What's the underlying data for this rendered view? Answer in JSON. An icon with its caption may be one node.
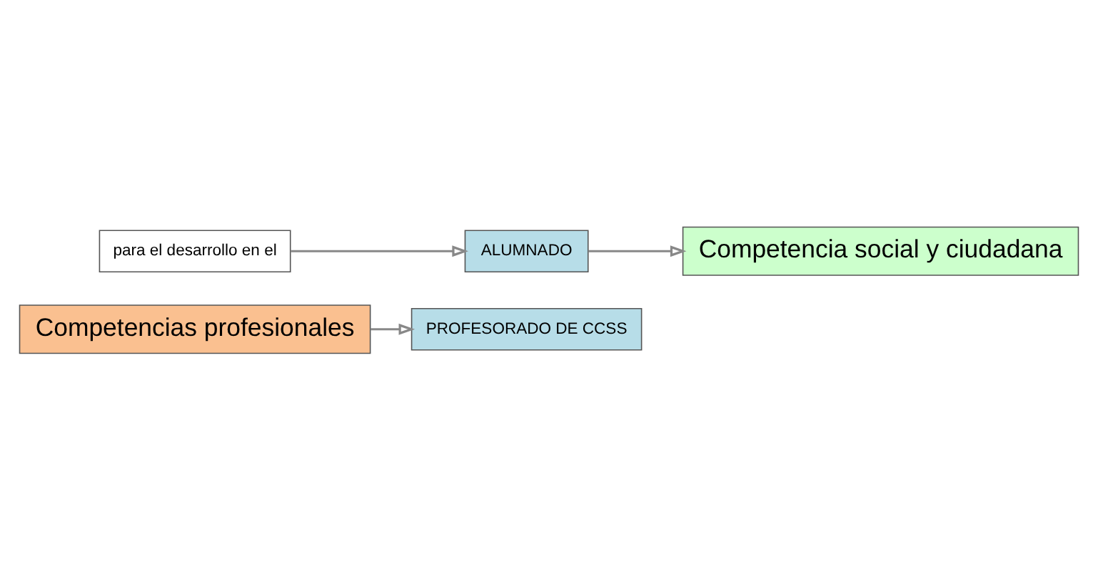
{
  "diagram": {
    "nodes": [
      {
        "text": [
          "Competencias profesionales"
        ]
      },
      {
        "text": [
          "PROFESORADO DE CCSS"
        ]
      },
      {
        "text": [
          "para el desarrollo en el"
        ]
      },
      {
        "text": [
          "ALUMNADO"
        ]
      },
      {
        "text": [
          "Competencia social y ciudadana"
        ]
      }
    ],
    "edges": [
      {
        "from": 0,
        "to": 1,
        "arrow": "to"
      },
      {
        "from": 2,
        "to": 3,
        "arrow": "to"
      },
      {
        "from": 3,
        "to": 4,
        "arrow": "to"
      }
    ]
  }
}
